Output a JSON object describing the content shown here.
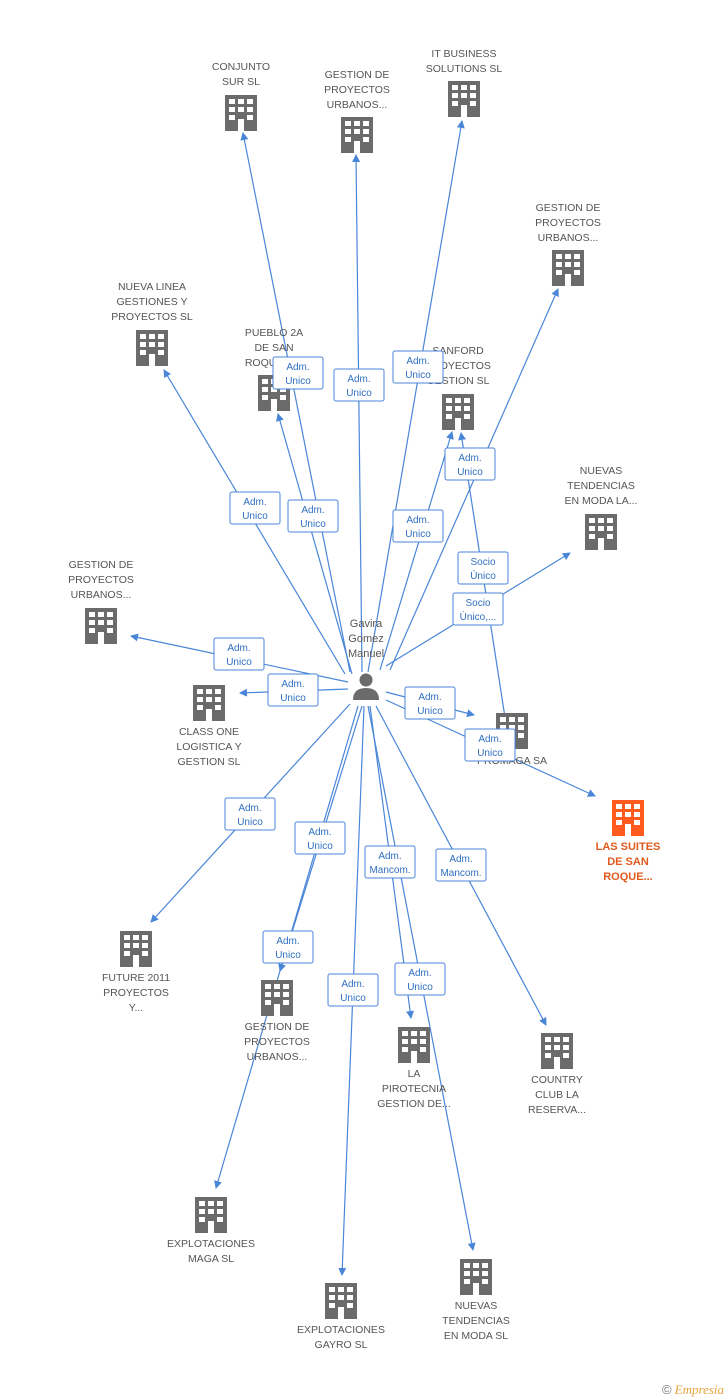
{
  "colors": {
    "edge": "#4a86d8",
    "node": "#6b6b6b",
    "highlight": "#ff5a1f",
    "label": "#2f6fc0"
  },
  "person": {
    "name_lines": [
      "Gavira",
      "Gomez",
      "Manuel"
    ],
    "icon": "person-icon"
  },
  "nodes": [
    {
      "id": "n1",
      "lines": [
        "CONJUNTO",
        "SUR SL"
      ]
    },
    {
      "id": "n2",
      "lines": [
        "GESTION DE",
        "PROYECTOS",
        "URBANOS..."
      ]
    },
    {
      "id": "n3",
      "lines": [
        "IT BUSINESS",
        "SOLUTIONS SL"
      ]
    },
    {
      "id": "n4",
      "lines": [
        "GESTION DE",
        "PROYECTOS",
        "URBANOS..."
      ]
    },
    {
      "id": "n5",
      "lines": [
        "NUEVA LINEA",
        "GESTIONES Y",
        "PROYECTOS SL"
      ]
    },
    {
      "id": "n6",
      "lines": [
        "PUEBLO 2A",
        "DE SAN",
        "ROQUE G..."
      ]
    },
    {
      "id": "n7",
      "lines": [
        "SANFORD",
        "PROYECTOS",
        "GESTION SL"
      ]
    },
    {
      "id": "n8",
      "lines": [
        "NUEVAS",
        "TENDENCIAS",
        "EN MODA LA..."
      ]
    },
    {
      "id": "n9",
      "lines": [
        "GESTION DE",
        "PROYECTOS",
        "URBANOS..."
      ]
    },
    {
      "id": "n10",
      "lines": [
        "CLASS ONE",
        "LOGISTICA Y",
        "GESTION SL"
      ]
    },
    {
      "id": "n11",
      "lines": [
        "PROMAGA SA"
      ]
    },
    {
      "id": "n12",
      "lines": [
        "LAS SUITES",
        "DE SAN",
        "ROQUE..."
      ],
      "highlight": true
    },
    {
      "id": "n13",
      "lines": [
        "FUTURE 2011",
        "PROYECTOS",
        "Y..."
      ]
    },
    {
      "id": "n14",
      "lines": [
        "GESTION DE",
        "PROYECTOS",
        "URBANOS..."
      ]
    },
    {
      "id": "n15",
      "lines": [
        "LA",
        "PIROTECNIA",
        "GESTION DE..."
      ]
    },
    {
      "id": "n16",
      "lines": [
        "COUNTRY",
        "CLUB LA",
        "RESERVA..."
      ]
    },
    {
      "id": "n17",
      "lines": [
        "EXPLOTACIONES",
        "MAGA SL"
      ]
    },
    {
      "id": "n18",
      "lines": [
        "EXPLOTACIONES",
        "GAYRO SL"
      ]
    },
    {
      "id": "n19",
      "lines": [
        "NUEVAS",
        "TENDENCIAS",
        "EN MODA SL"
      ]
    }
  ],
  "edges": [
    {
      "to": "n1",
      "label": [
        "Adm.",
        "Unico"
      ]
    },
    {
      "to": "n2",
      "label": [
        "Adm.",
        "Unico"
      ]
    },
    {
      "to": "n3",
      "label": [
        "Adm.",
        "Unico"
      ]
    },
    {
      "to": "n4",
      "label": [
        "Adm.",
        "Unico"
      ]
    },
    {
      "to": "n5",
      "label": [
        "Adm.",
        "Unico"
      ]
    },
    {
      "to": "n6",
      "label": [
        "Adm.",
        "Unico"
      ]
    },
    {
      "to": "n7",
      "label": [
        "Adm.",
        "Unico"
      ]
    },
    {
      "to": "n8",
      "label": [
        "Socio",
        "Único,..."
      ]
    },
    {
      "to": "n9",
      "label": [
        "Adm.",
        "Unico"
      ]
    },
    {
      "to": "n10",
      "label": [
        "Adm.",
        "Unico"
      ]
    },
    {
      "to": "n11",
      "label": [
        "Adm.",
        "Unico"
      ]
    },
    {
      "to": "n12",
      "label": [
        "Adm.",
        "Unico"
      ]
    },
    {
      "to": "n13",
      "label": [
        "Adm.",
        "Unico"
      ]
    },
    {
      "to": "n14",
      "label": [
        "Adm.",
        "Unico"
      ]
    },
    {
      "to": "n15",
      "label": [
        "Adm.",
        "Unico"
      ]
    },
    {
      "to": "n16",
      "label": [
        "Adm.",
        "Mancom."
      ]
    },
    {
      "to": "n17",
      "label": [
        "Adm.",
        "Unico"
      ]
    },
    {
      "to": "n18",
      "label": [
        "Adm.",
        "Unico"
      ]
    },
    {
      "to": "n19",
      "label": [
        "Adm.",
        "Mancom."
      ]
    },
    {
      "from": "n11",
      "to": "n7",
      "label": [
        "Socio",
        "Único"
      ]
    }
  ],
  "footer": {
    "copyright": "©",
    "brand": "Empresia"
  }
}
